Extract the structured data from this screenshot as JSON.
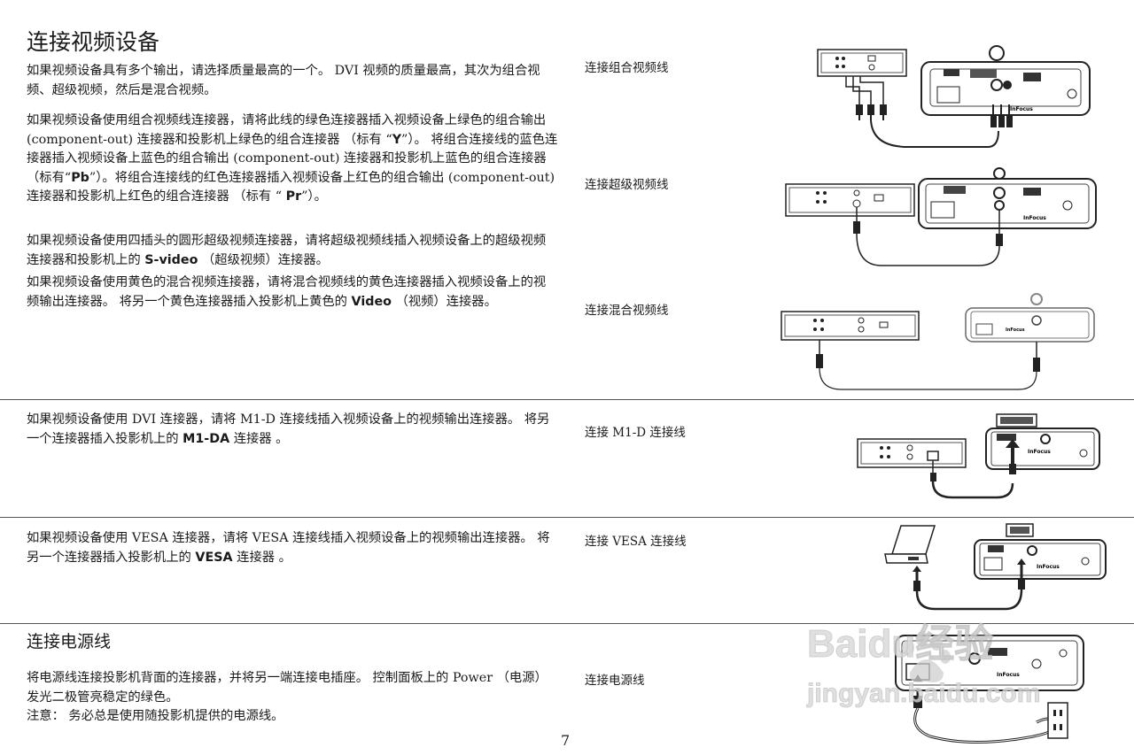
{
  "page": {
    "title": "连接视频设备",
    "page_number": "7"
  },
  "paragraphs": {
    "p1": "如果视频设备具有多个输出，请选择质量最高的一个。 DVI 视频的质量最高，其次为组合视频、超级视频，然后是混合视频。",
    "p2_a": "如果视频设备使用组合视频线连接器，请将此线的绿色连接器插入视频设备上绿色的组合输出 (component-out) 连接器和投影机上绿色的组合连接器 （标有 “",
    "p2_b": "Y",
    "p2_c": "”）。 将组合连接线的蓝色连接器插入视频设备上蓝色的组合输出 (component-out) 连接器和投影机上蓝色的组合连接器（标有“",
    "p2_d": "Pb",
    "p2_e": "”）。将组合连接线的红色连接器插入视频设备上红色的组合输出 (component-out) 连接器和投影机上红色的组合连接器 （标有 “ ",
    "p2_f": "Pr",
    "p2_g": "”）。",
    "p3_a": "如果视频设备使用四插头的圆形超级视频连接器，请将超级视频线插入视频设备上的超级视频连接器和投影机上的 ",
    "p3_b": "S-video",
    "p3_c": " （超级视频）连接器。",
    "p4_a": "如果视频设备使用黄色的混合视频连接器，请将混合视频线的黄色连接器插入视频设备上的视频输出连接器。 将另一个黄色连接器插入投影机上黄色的 ",
    "p4_b": "Video",
    "p4_c": " （视频）连接器。",
    "p5_a": "如果视频设备使用 DVI 连接器，请将 M1-D 连接线插入视频设备上的视频输出连接器。 将另一个连接器插入投影机上的 ",
    "p5_b": "M1-DA",
    "p5_c": " 连接器 。",
    "p6_a": "如果视频设备使用 VESA 连接器，请将 VESA 连接线插入视频设备上的视频输出连接器。 将另一个连接器插入投影机上的 ",
    "p6_b": "VESA",
    "p6_c": " 连接器 。",
    "power_title": "连接电源线",
    "p7": "将电源线连接投影机背面的连接器，并将另一端连接电插座。 控制面板上的 Power （电源）发光二极管亮稳定的绿色。",
    "p8": "注意： 务必总是使用随投影机提供的电源线。"
  },
  "labels": {
    "component": "连接组合视频线",
    "svideo": "连接超级视频线",
    "composite": "连接混合视频线",
    "m1d": "连接 M1-D 连接线",
    "vesa": "连接 VESA 连接线",
    "power": "连接电源线"
  },
  "brand": "InFocus",
  "watermark": {
    "line1": "Baidu经验",
    "line2": "jingyan.baidu.com"
  }
}
